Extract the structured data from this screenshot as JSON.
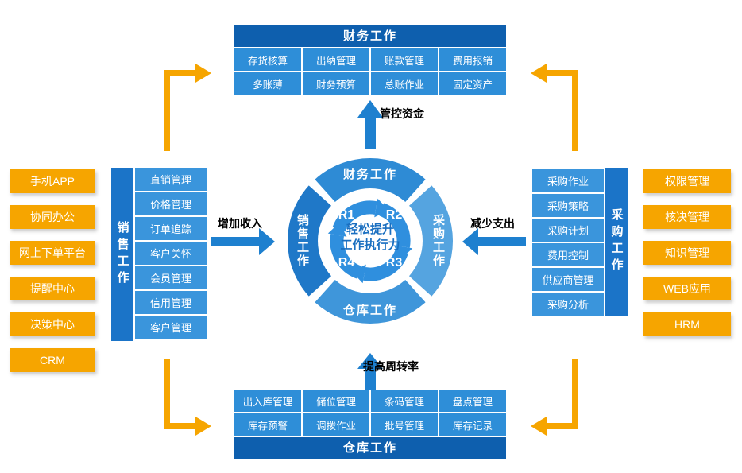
{
  "colors": {
    "header_blue": "#0e5fae",
    "cell_blue": "#2e8ed8",
    "bar_blue": "#1b74c8",
    "list_blue": "#3a95dc",
    "arrow_blue": "#1e80cf",
    "orange": "#f6a500",
    "slogan_blue": "#1a6fc0"
  },
  "finance": {
    "title": "财务工作",
    "rows": [
      [
        "存货核算",
        "出纳管理",
        "账款管理",
        "费用报销"
      ],
      [
        "多账薄",
        "财务预算",
        "总账作业",
        "固定资产"
      ]
    ]
  },
  "warehouse": {
    "title": "仓库工作",
    "rows": [
      [
        "出入库管理",
        "储位管理",
        "条码管理",
        "盘点管理"
      ],
      [
        "库存预警",
        "调拨作业",
        "批号管理",
        "库存记录"
      ]
    ]
  },
  "left_apps": {
    "items": [
      "手机APP",
      "协同办公",
      "网上下单平台",
      "提醒中心",
      "决策中心",
      "CRM"
    ]
  },
  "right_apps": {
    "items": [
      "权限管理",
      "核决管理",
      "知识管理",
      "WEB应用",
      "HRM"
    ]
  },
  "sales": {
    "bar_title": "销售工作",
    "items": [
      "直销管理",
      "价格管理",
      "订单追踪",
      "客户关怀",
      "会员管理",
      "信用管理",
      "客户管理"
    ]
  },
  "purchase": {
    "bar_title": "采购工作",
    "items": [
      "采购作业",
      "采购策略",
      "采购计划",
      "费用控制",
      "供应商管理",
      "采购分析"
    ]
  },
  "hub": {
    "top": "财务工作",
    "right": "采购工作",
    "bottom": "仓库工作",
    "left": "销售工作",
    "r1": "R1",
    "r2": "R2",
    "r3": "R3",
    "r4": "R4",
    "slogan1": "轻松提升",
    "slogan2": "工作执行力"
  },
  "flow_labels": {
    "top": "管控资金",
    "left": "增加收入",
    "right": "减少支出",
    "bottom": "提高周转率"
  }
}
